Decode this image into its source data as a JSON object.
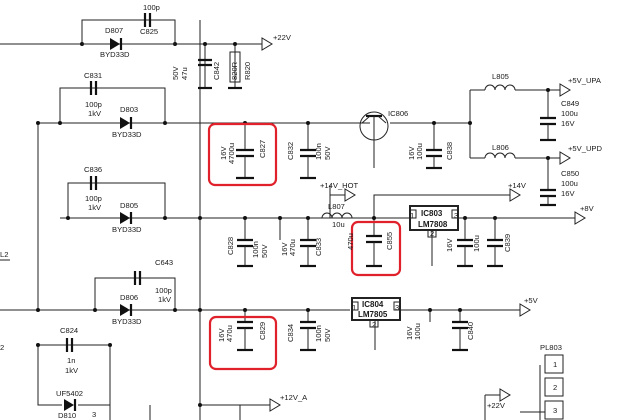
{
  "colors": {
    "wire": "#222222",
    "highlight": "#e0202a",
    "background": "#ffffff"
  },
  "components": {
    "d807": "D807",
    "d807_type": "BYD33D",
    "c825_val": "100p",
    "c825": "C825",
    "c842_val": "47u",
    "c842_v": "50V",
    "c842": "C842",
    "r820_val": "820R",
    "r820": "R820",
    "c831": "C831",
    "c831_val": "100p",
    "c831_v": "1kV",
    "d803": "D803",
    "d803_type": "BYD33D",
    "c836": "C836",
    "c836_val": "100p",
    "c836_v": "1kV",
    "d805": "D805",
    "d805_type": "BYD33D",
    "c643": "C643",
    "c643_val": "100p",
    "c643_v": "1kV",
    "d806": "D806",
    "d806_type": "BYD33D",
    "c824": "C824",
    "c824_val": "1n",
    "c824_v": "1kV",
    "d810_type": "UF5402",
    "d810": "D810",
    "c827_v": "16V",
    "c827_val": "4700u",
    "c827": "C827",
    "c832": "C832",
    "c832_val": "100n",
    "c832_v": "50V",
    "ic806": "IC806",
    "c838_v": "16V",
    "c838_val": "100u",
    "c838": "C838",
    "l805": "L805",
    "l806": "L806",
    "c849": "C849",
    "c849_val": "100u",
    "c849_v": "16V",
    "c850": "C850",
    "c850_val": "100u",
    "c850_v": "16V",
    "c828": "C828",
    "c828_val": "100n",
    "c828_v": "50V",
    "c833_v": "16V",
    "c833_val": "470u",
    "c833": "C833",
    "l807": "L807",
    "l807_val": "10u",
    "c855_val": "470u",
    "c855": "C855",
    "ic803": "IC803",
    "ic803_type": "LM7808",
    "c839_v": "16V",
    "c839_val": "100u",
    "c839": "C839",
    "ic804": "IC804",
    "ic804_type": "LM7805",
    "c829_v": "16V",
    "c829_val": "470u",
    "c829": "C829",
    "c834": "C834",
    "c834_val": "100n",
    "c834_v": "50V",
    "c840_v": "16V",
    "c840_val": "100u",
    "c840": "C840",
    "pl803": "PL803",
    "pin_1": "1",
    "pin_2": "2",
    "pin_3": "3",
    "pin_1b": "1",
    "pin_2b": "2",
    "pin_3b": "3",
    "pin_1c": "1",
    "pin_2c": "2",
    "pin_3c": "3"
  },
  "nets": {
    "plus22v": "+22V",
    "plus5v_upa": "+5V_UPA",
    "plus5v_upd": "+5V_UPD",
    "plus14v_hot": "+14V_HOT",
    "plus14v": "+14V",
    "plus8v": "+8V",
    "plus5v": "+5V",
    "plus12v_a": "+12V_A",
    "plus22v_b": "+22V",
    "net_2": "2",
    "net_3": "3",
    "net_l2": "L2"
  },
  "pl803_pins": [
    "1",
    "2",
    "3"
  ]
}
